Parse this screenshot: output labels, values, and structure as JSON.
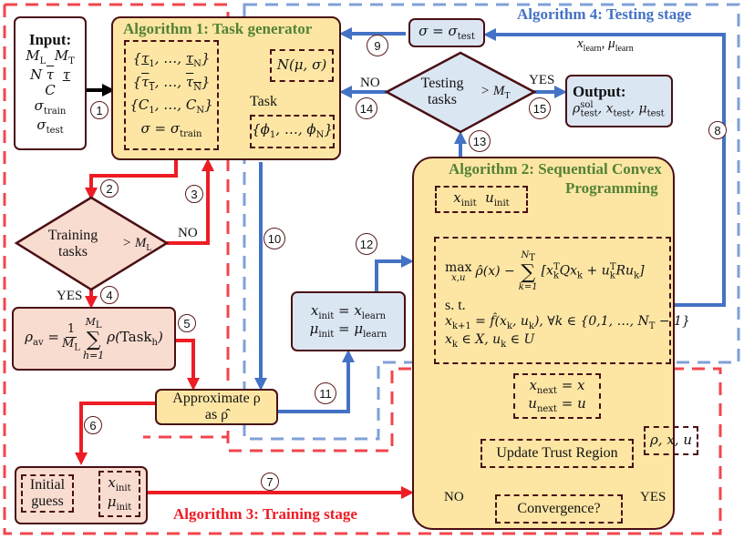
{
  "colors": {
    "training_red": "#ee1c24",
    "testing_blue": "#4472c4",
    "title_green": "#548235",
    "border_dark": "#4a0f14",
    "fill_yellow": "#fde6a4",
    "fill_pink": "#f9dcd0",
    "fill_blue": "#dbe6f3"
  },
  "input_box": {
    "title": "Input",
    "items": [
      "M_L  M_T",
      "N  τ̄  τ̲",
      "C",
      "σ_train",
      "σ_test"
    ]
  },
  "algorithm1": {
    "title": "Algorithm 1: Task generator",
    "params": [
      "{τ̲1, …, τ̲N}",
      "{τ̄1, …, τ̄N}",
      "{C1, …, CN}",
      "σ = σtrain"
    ],
    "distribution": "N(μ, σ)",
    "task_label": "Task",
    "tasks": "{ϕ1, …, ϕN}"
  },
  "algorithm2": {
    "title_line1": "Algorithm 2: Sequential Convex",
    "title_line2": "Programming",
    "init": "xinit  uinit",
    "objective": "max ρ̂(x) − Σ_{k=1}^{N_T} [x_kᵀ Q x_k + u_kᵀ R u_k]",
    "subject_to": "s. t.",
    "constraint1": "x_{k+1} = f̂(x_k, u_k), ∀k ∈ {0,1, …, N_T − 1}",
    "constraint2": "x_k ∈ X, u_k ∈ U",
    "next": [
      "xnext = x",
      "unext = u"
    ],
    "update_trust": "Update Trust Region",
    "convergence": "Convergence?",
    "result": "ρ, x, u",
    "yes": "YES",
    "no": "NO"
  },
  "algorithm3": {
    "title": "Algorithm 3: Training stage",
    "decision_line1": "Training",
    "decision_line2": "tasks",
    "decision_cmp": "> M_L",
    "yes": "YES",
    "no": "NO",
    "average": "ρav = (1/M_L) Σ_{h=1}^{M_L} ρ(Task_h)",
    "approx_line1": "Approximate ρ",
    "approx_line2": "as ρ̂",
    "initial_guess_line1": "Initial",
    "initial_guess_line2": "guess",
    "init_vals": [
      "xinit",
      "μinit"
    ]
  },
  "algorithm4": {
    "title": "Algorithm 4: Testing stage",
    "sigma_test": "σ = σtest",
    "learned": "xlearn, μlearn",
    "decision_line1": "Testing",
    "decision_line2": "tasks",
    "decision_cmp": "> M_T",
    "yes": "YES",
    "no": "NO",
    "init_from_learn": [
      "xinit = xlearn",
      "μinit = μlearn"
    ],
    "output_title": "Output",
    "output_vals": "ρtest^sol, xtest, μtest"
  },
  "steps": [
    "1",
    "2",
    "3",
    "4",
    "5",
    "6",
    "7",
    "8",
    "9",
    "10",
    "11",
    "12",
    "13",
    "14",
    "15"
  ]
}
